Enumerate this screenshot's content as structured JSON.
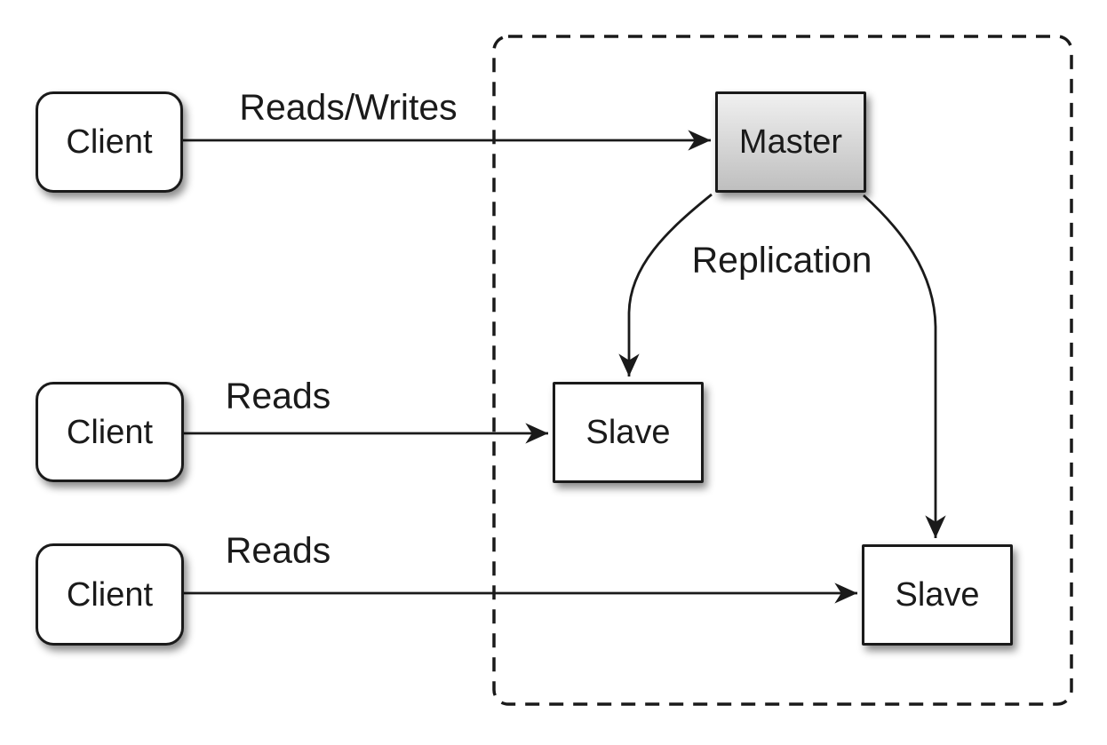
{
  "nodes": {
    "client_1": {
      "label": "Client"
    },
    "client_2": {
      "label": "Client"
    },
    "client_3": {
      "label": "Client"
    },
    "master": {
      "label": "Master"
    },
    "slave_1": {
      "label": "Slave"
    },
    "slave_2": {
      "label": "Slave"
    }
  },
  "edge_labels": {
    "reads_writes": "Reads/Writes",
    "reads_2": "Reads",
    "reads_3": "Reads",
    "replication": "Replication"
  },
  "colors": {
    "line": "#1a1a1a",
    "text": "#1a1a1a",
    "node_border": "#1a1a1a",
    "node_fill": "#ffffff",
    "master_gradient_top": "#f0f0f0",
    "master_gradient_bottom": "#bfbfbf",
    "background": "#ffffff"
  }
}
